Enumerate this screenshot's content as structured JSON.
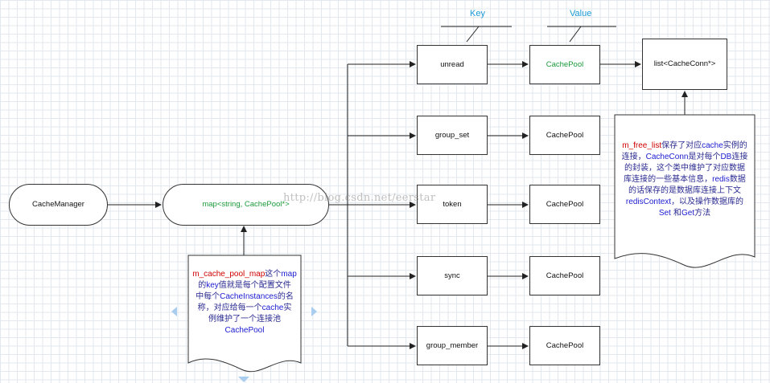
{
  "header_labels": {
    "key": "Key",
    "value": "Value"
  },
  "nodes": {
    "cache_manager": "CacheManager",
    "map": "map<string, CachePool*>",
    "unread": "unread",
    "group_set": "group_set",
    "token": "token",
    "sync": "sync",
    "group_member": "group_member",
    "pool_unread": "CachePool",
    "pool_group_set": "CachePool",
    "pool_token": "CachePool",
    "pool_sync": "CachePool",
    "pool_group_member": "CachePool",
    "list": "list<CacheConn*>"
  },
  "note_map": {
    "l1a": "m_cache_pool_map",
    "l1b": "这个",
    "l1c": "map",
    "l2a": "的",
    "l2b": "key",
    "l2c": "值就是每个配置文件",
    "l3a": "中每个",
    "l3b": "CacheInstances",
    "l3c": "的名",
    "l4a": "称，对应给每一个",
    "l4b": "cache",
    "l4c": "实",
    "l5": "例维护了一个连接池",
    "l6": "CachePool"
  },
  "note_list": {
    "l1a": "m_free_list",
    "l1b": "保存了对应",
    "l1c": "cache",
    "l1d": "实例的",
    "l2a": "连接，",
    "l2b": "CacheConn",
    "l2c": "是对每个",
    "l2d": "DB",
    "l2e": "连接",
    "l3": "的封装，这个类中维护了对应数据",
    "l4a": "库连接的一些基本信息，",
    "l4b": "redis",
    "l4c": "数据",
    "l5": "的话保存的是数据库连接上下文",
    "l6a": "redisContext",
    "l6b": "，以及操作数据库的",
    "l7a": "Set",
    "l7b": " 和",
    "l7c": "Get",
    "l7d": "方法"
  },
  "watermark": "http://blog.csdn.net/eerstar",
  "colors": {
    "key_label": "#1a9ad6",
    "green_text": "#1a9a3a",
    "red_code": "#d00000",
    "blue_code": "#1a1ad0"
  }
}
